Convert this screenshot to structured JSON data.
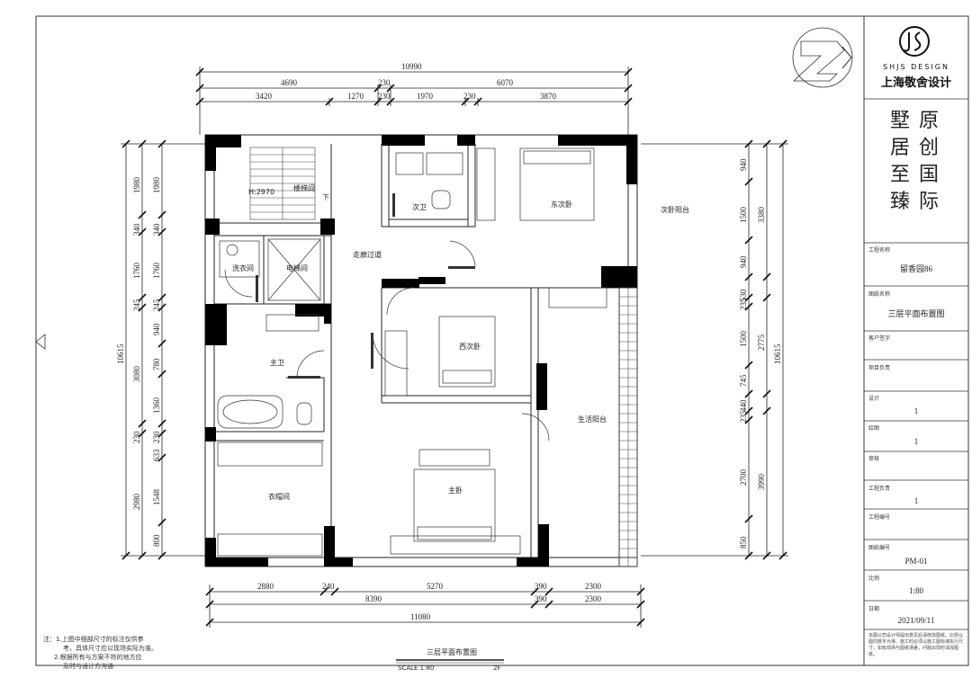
{
  "drawing": {
    "overall_top": "10990",
    "top_row2": [
      "4690",
      "230",
      "6070"
    ],
    "top_row3": [
      "3420",
      "1270",
      "230",
      "1970",
      "230",
      "3870"
    ],
    "bottom_row1": [
      "2880",
      "240",
      "5270",
      "390",
      "2300"
    ],
    "bottom_row2": [
      "8390",
      "390",
      "2300"
    ],
    "overall_bottom": "11080",
    "left_outer": [
      "1980",
      "340",
      "1760",
      "245",
      "940",
      "780",
      "1360",
      "230",
      "633",
      "1548",
      "800"
    ],
    "left_inner": [
      "1980",
      "340",
      "1760",
      "245",
      "3080",
      "230",
      "2980"
    ],
    "left_total": "10615",
    "right_outer": [
      "940",
      "1500",
      "940",
      "530",
      "235",
      "1500",
      "745",
      "440",
      "235",
      "2700",
      "850"
    ],
    "right_inner": [
      "3380",
      "2775",
      "3990"
    ],
    "right_total": "10615",
    "stair_height": "H:2970",
    "stair_down": "下",
    "rooms": [
      "楼梯间",
      "次卫",
      "东次卧",
      "次卧阳台",
      "洗衣间",
      "电梯间",
      "走廊过道",
      "主卫",
      "西次卧",
      "生活阳台",
      "衣帽间",
      "主卧"
    ]
  },
  "title_block": {
    "brand_en": "SHJS DESIGN",
    "brand_cn": "上海敬舍设计",
    "slogan_col1": "原创国际",
    "slogan_col2": "墅居至臻",
    "fields": [
      {
        "label": "工程名称",
        "value": "留香园86"
      },
      {
        "label": "图纸名称",
        "value": "三层平面布置图"
      },
      {
        "label": "客户签字",
        "value": ""
      },
      {
        "label": "项目负责",
        "value": ""
      },
      {
        "label": "设计",
        "value": "1"
      },
      {
        "label": "绘图",
        "value": "1"
      },
      {
        "label": "审核",
        "value": ""
      },
      {
        "label": "工程负责",
        "value": "1"
      },
      {
        "label": "工程编号",
        "value": ""
      },
      {
        "label": "图纸编号",
        "value": "PM-01"
      },
      {
        "label": "比例",
        "value": "1:80"
      },
      {
        "label": "日期",
        "value": "2021/09/11"
      }
    ],
    "disclaimer": "本图公司设计师提出意见后请修改图纸。比例以图内数字为准。施工时必须以施工图标准执行尺寸，如有现场与图纸误差，问题出现时请改图纸。"
  },
  "footer": {
    "plan_title": "三层平面布置图",
    "scale": "SCALE 1:80",
    "floor": "2F",
    "notes": [
      "注：1.上图中细部尺寸的标注仅供参",
      "考，具体尺寸应以现场实际为准。",
      "2.根据所有与方案不符的地方应",
      "及时与设计方沟通"
    ]
  }
}
